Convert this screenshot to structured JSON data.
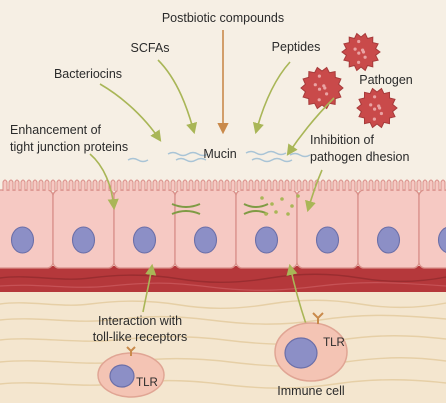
{
  "labels": {
    "postbiotic": "Postbiotic compounds",
    "scfas": "SCFAs",
    "peptides": "Peptides",
    "bacteriocins": "Bacteriocins",
    "pathogen": "Pathogen",
    "tight_junction_line1": "Enhancement of",
    "tight_junction_line2": "tight junction proteins",
    "mucin": "Mucin",
    "inhibition_line1": "Inhibition of",
    "inhibition_line2": "pathogen dhesion",
    "tlr_interaction_line1": "Interaction with",
    "tlr_interaction_line2": "toll-like receptors",
    "tlr": "TLR",
    "immune_cell": "Immune cell"
  },
  "colors": {
    "background": "#f6efe4",
    "cell_fill": "#f6c9c3",
    "cell_stroke": "#d9908a",
    "nucleus": "#8c8fc6",
    "nucleus_stroke": "#6b6fa8",
    "lamina": "#b5383b",
    "submucosa": "#f4e6cf",
    "pathogen": "#c94a4a",
    "arrow_green": "#a9b657",
    "arrow_orange": "#c98a4b",
    "junction": "#7f9b44",
    "immune_cell": "#f4c4b4",
    "mucin_line": "#a9c4d6"
  }
}
